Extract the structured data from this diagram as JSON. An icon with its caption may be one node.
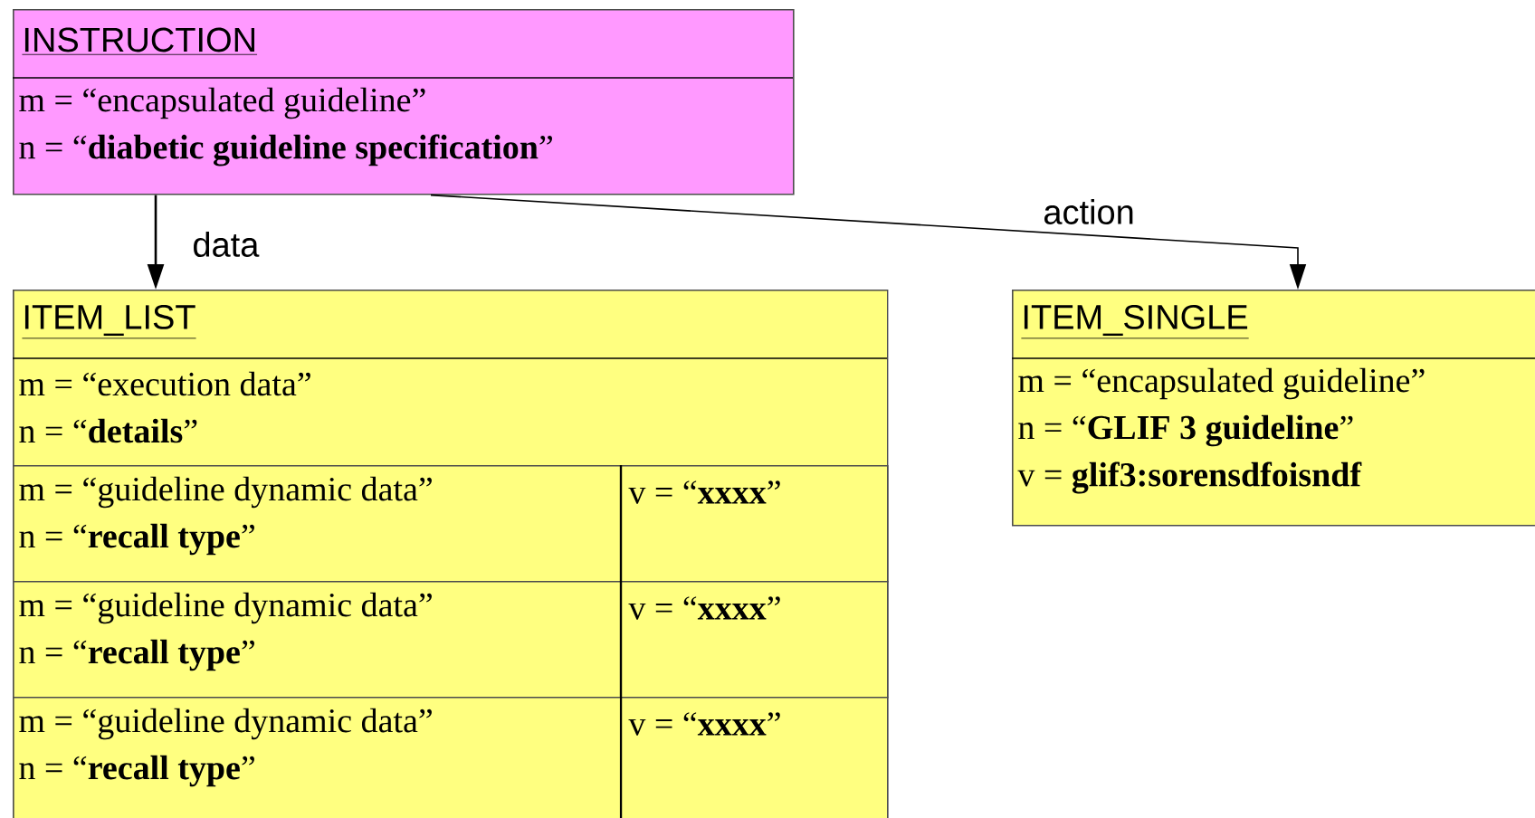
{
  "diagram": {
    "nodes": [
      {
        "text": [
          "INSTRUCTION",
          "m = “encapsulated guideline”",
          "n = “**diabetic guideline specification**”"
        ]
      },
      {
        "text": [
          "ITEM_LIST",
          "m = “execution data”",
          "n = “**details**”"
        ]
      },
      {
        "text": [
          "m = “guideline dynamic data”",
          "n = “**recall type**”",
          "v = “**xxxx**”"
        ],
        "in": 1
      },
      {
        "text": [
          "m = “guideline dynamic data”",
          "n = “**recall type**”",
          "v = “**xxxx**”"
        ],
        "in": 1
      },
      {
        "text": [
          "m = “guideline dynamic data”",
          "n = “**recall type**”",
          "v = “**xxxx**”"
        ],
        "in": 1
      },
      {
        "text": [
          "ITEM_SINGLE",
          "m = “encapsulated guideline”",
          "n = “**GLIF 3 guideline**”",
          "v = **glif3:sorensdfoisndf**"
        ]
      }
    ],
    "edges": [
      {
        "from": 0,
        "to": 1,
        "arrow": "to",
        "label": "data"
      },
      {
        "from": 0,
        "to": 5,
        "arrow": "to",
        "label": "action"
      }
    ]
  }
}
